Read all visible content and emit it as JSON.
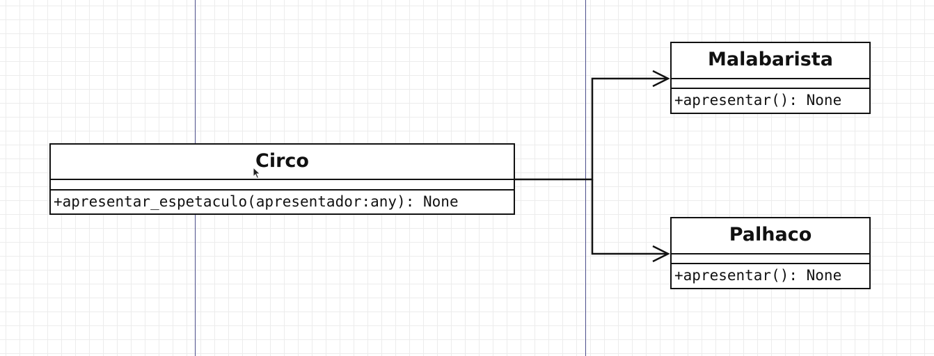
{
  "diagram": {
    "classes": [
      {
        "id": "circo",
        "name": "Circo",
        "attributes": [],
        "methods": [
          "+apresentar_espetaculo(apresentador:any): None"
        ]
      },
      {
        "id": "malabarista",
        "name": "Malabarista",
        "attributes": [],
        "methods": [
          "+apresentar(): None"
        ]
      },
      {
        "id": "palhaco",
        "name": "Palhaco",
        "attributes": [],
        "methods": [
          "+apresentar(): None"
        ]
      }
    ],
    "relationships": [
      {
        "from": "circo",
        "to": "malabarista",
        "type": "association",
        "arrow": "open"
      },
      {
        "from": "circo",
        "to": "palhaco",
        "type": "association",
        "arrow": "open"
      }
    ],
    "colors": {
      "line": "#111111",
      "guide": "#4b4d8a",
      "grid": "#ececec"
    }
  }
}
